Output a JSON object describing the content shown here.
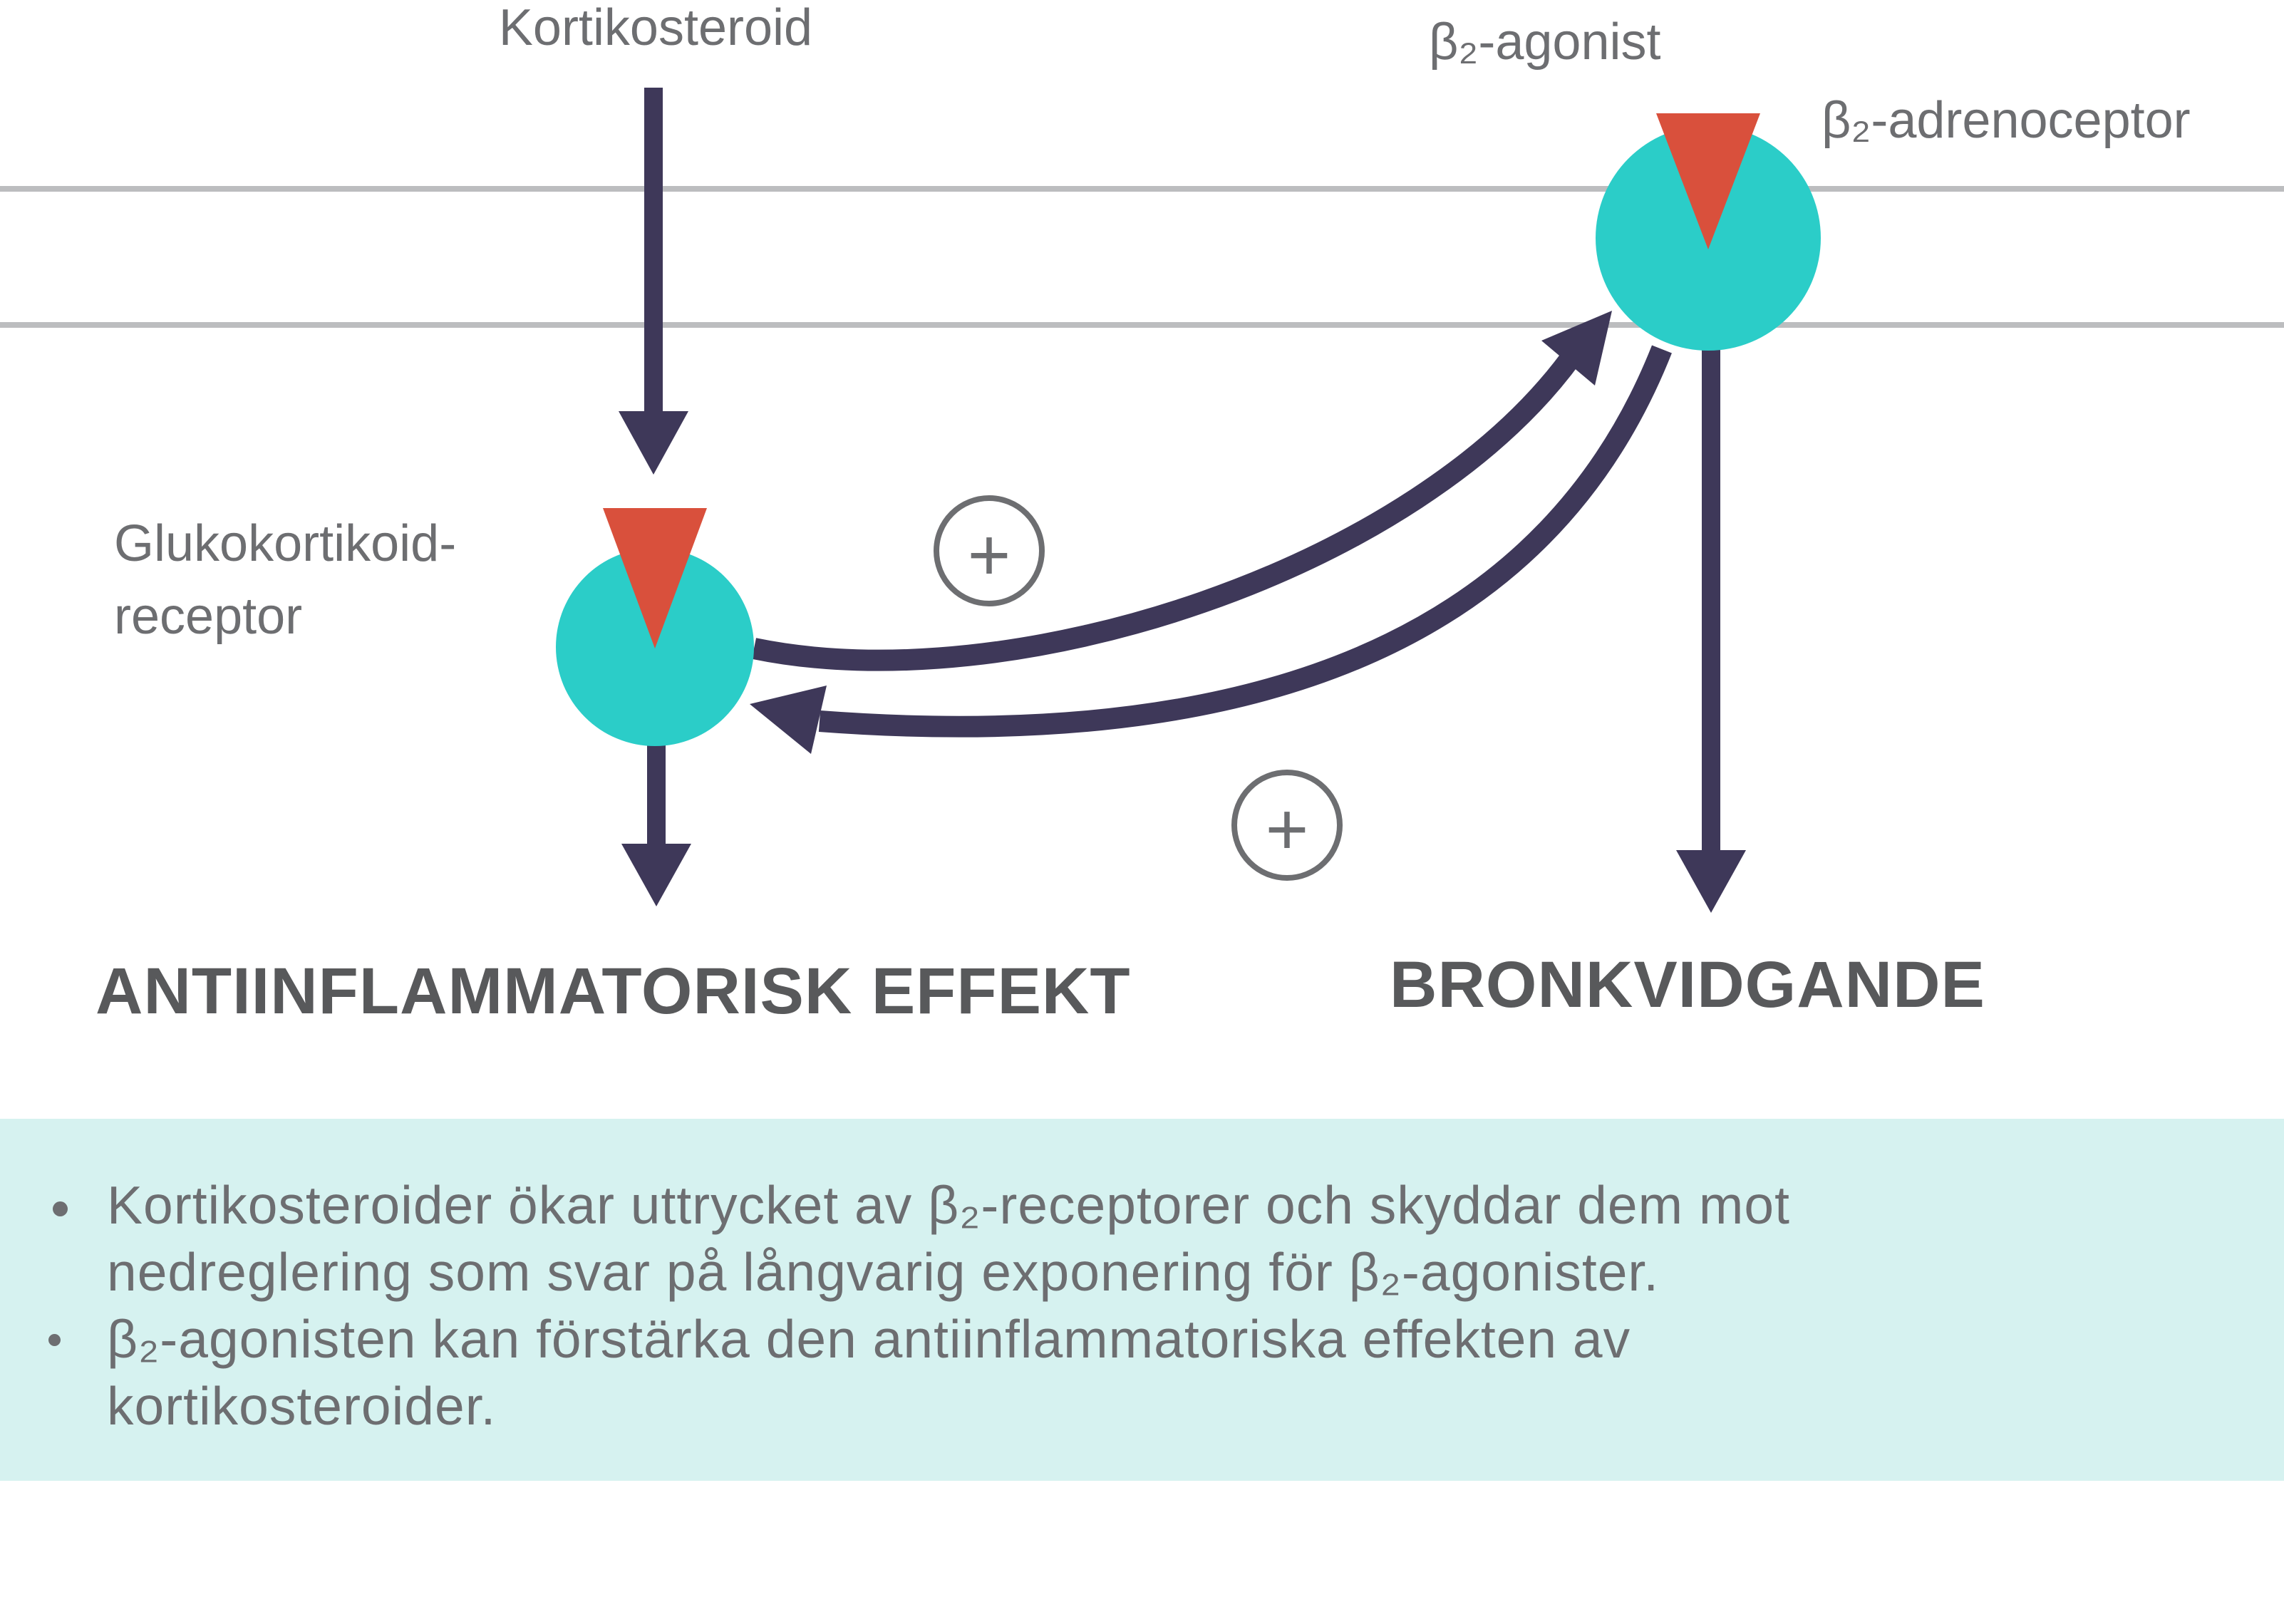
{
  "colors": {
    "background": "#ffffff",
    "membrane_line": "#bcbdbf",
    "receptor_teal": "#2bcdc8",
    "ligand_red": "#d9503c",
    "arrow_navy": "#3e3859",
    "label_gray": "#6d6e71",
    "heading_gray": "#58595b",
    "infobox_bg": "#d6f2f0"
  },
  "diagram": {
    "kortikosteroid_label": "Kortikosteroid",
    "beta2_agonist_label": "β₂-agonist",
    "beta2_adrenoceptor_label": "β₂-adrenoceptor",
    "glukokortikoid_label_line1": "Glukokortikoid-",
    "glukokortikoid_label_line2": "receptor",
    "plus_badge": "+",
    "antiinflammatorisk_label": "ANTIINFLAMMATORISK EFFEKT",
    "bronkvidgande_label": "BRONKVIDGANDE",
    "icons": {
      "receptor": "teal-circle",
      "ligand": "red-triangle-wedge",
      "stimulation": "plus-in-circle",
      "membrane": "double-gray-line"
    }
  },
  "infobox": {
    "bullet1_line1": "Kortikosteroider ökar uttrycket av β₂-receptorer och skyddar dem mot",
    "bullet1_line2": "nedreglering som svar på långvarig exponering för β₂-agonister.",
    "bullet2_line1": "β₂-agonisten kan förstärka den antiinflammatoriska effekten av",
    "bullet2_line2": "kortikosteroider."
  }
}
